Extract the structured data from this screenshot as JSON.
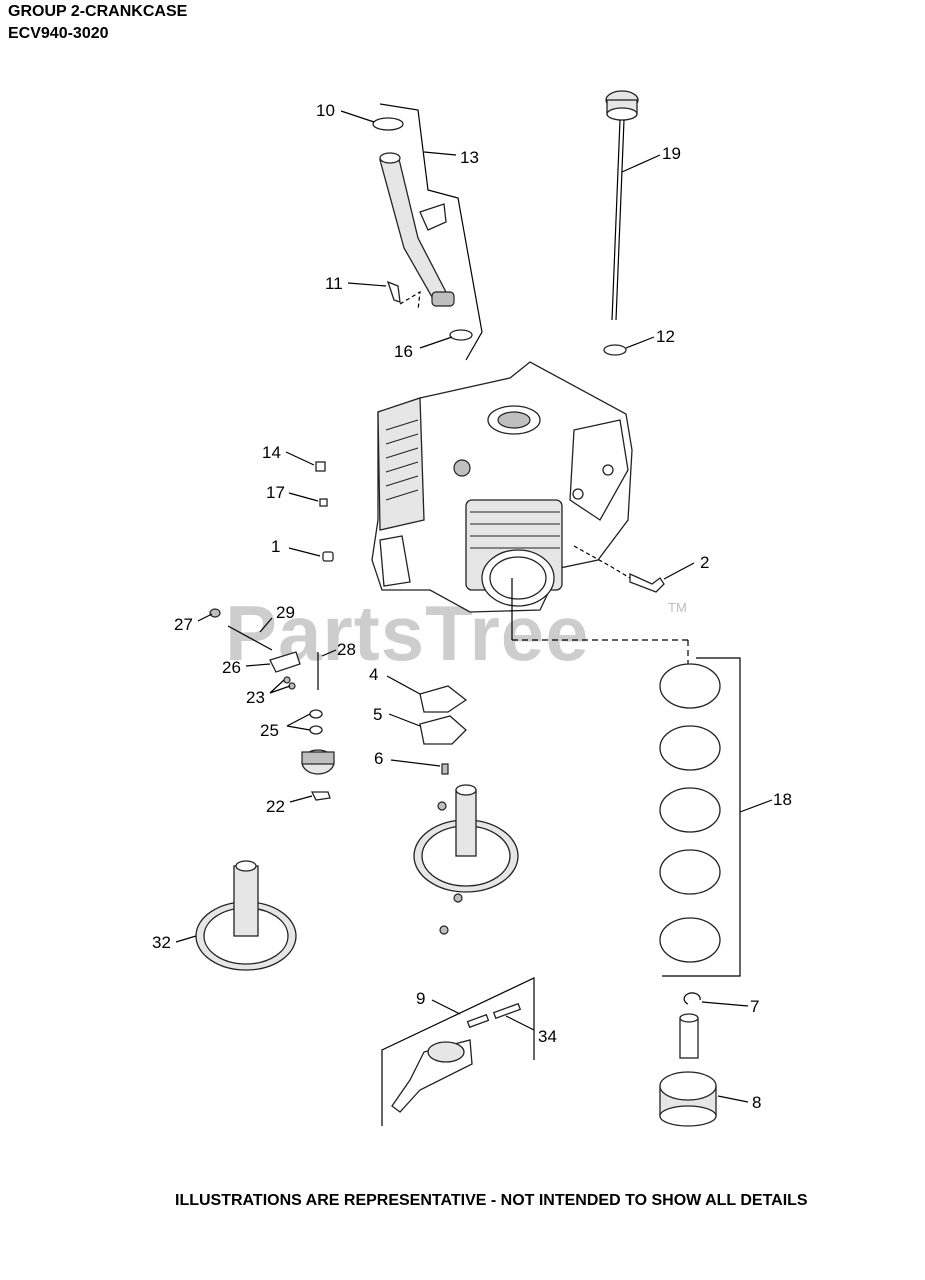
{
  "header": {
    "group_title": "GROUP 2-CRANKCASE",
    "model": "ECV940-3020"
  },
  "footer": "ILLUSTRATIONS ARE REPRESENTATIVE - NOT INTENDED TO SHOW ALL DETAILS",
  "watermark": {
    "text": "PartsTree",
    "trademark": "TM"
  },
  "callouts": {
    "c1": "1",
    "c2": "2",
    "c4": "4",
    "c5": "5",
    "c6": "6",
    "c7": "7",
    "c8": "8",
    "c9": "9",
    "c10": "10",
    "c11": "11",
    "c12": "12",
    "c13": "13",
    "c14": "14",
    "c16": "16",
    "c17": "17",
    "c18": "18",
    "c19": "19",
    "c22": "22",
    "c23": "23",
    "c25": "25",
    "c26": "26",
    "c27": "27",
    "c28": "28",
    "c29": "29",
    "c32": "32",
    "c34": "34"
  },
  "colors": {
    "line": "#000000",
    "watermark": "#bdbdbd"
  }
}
